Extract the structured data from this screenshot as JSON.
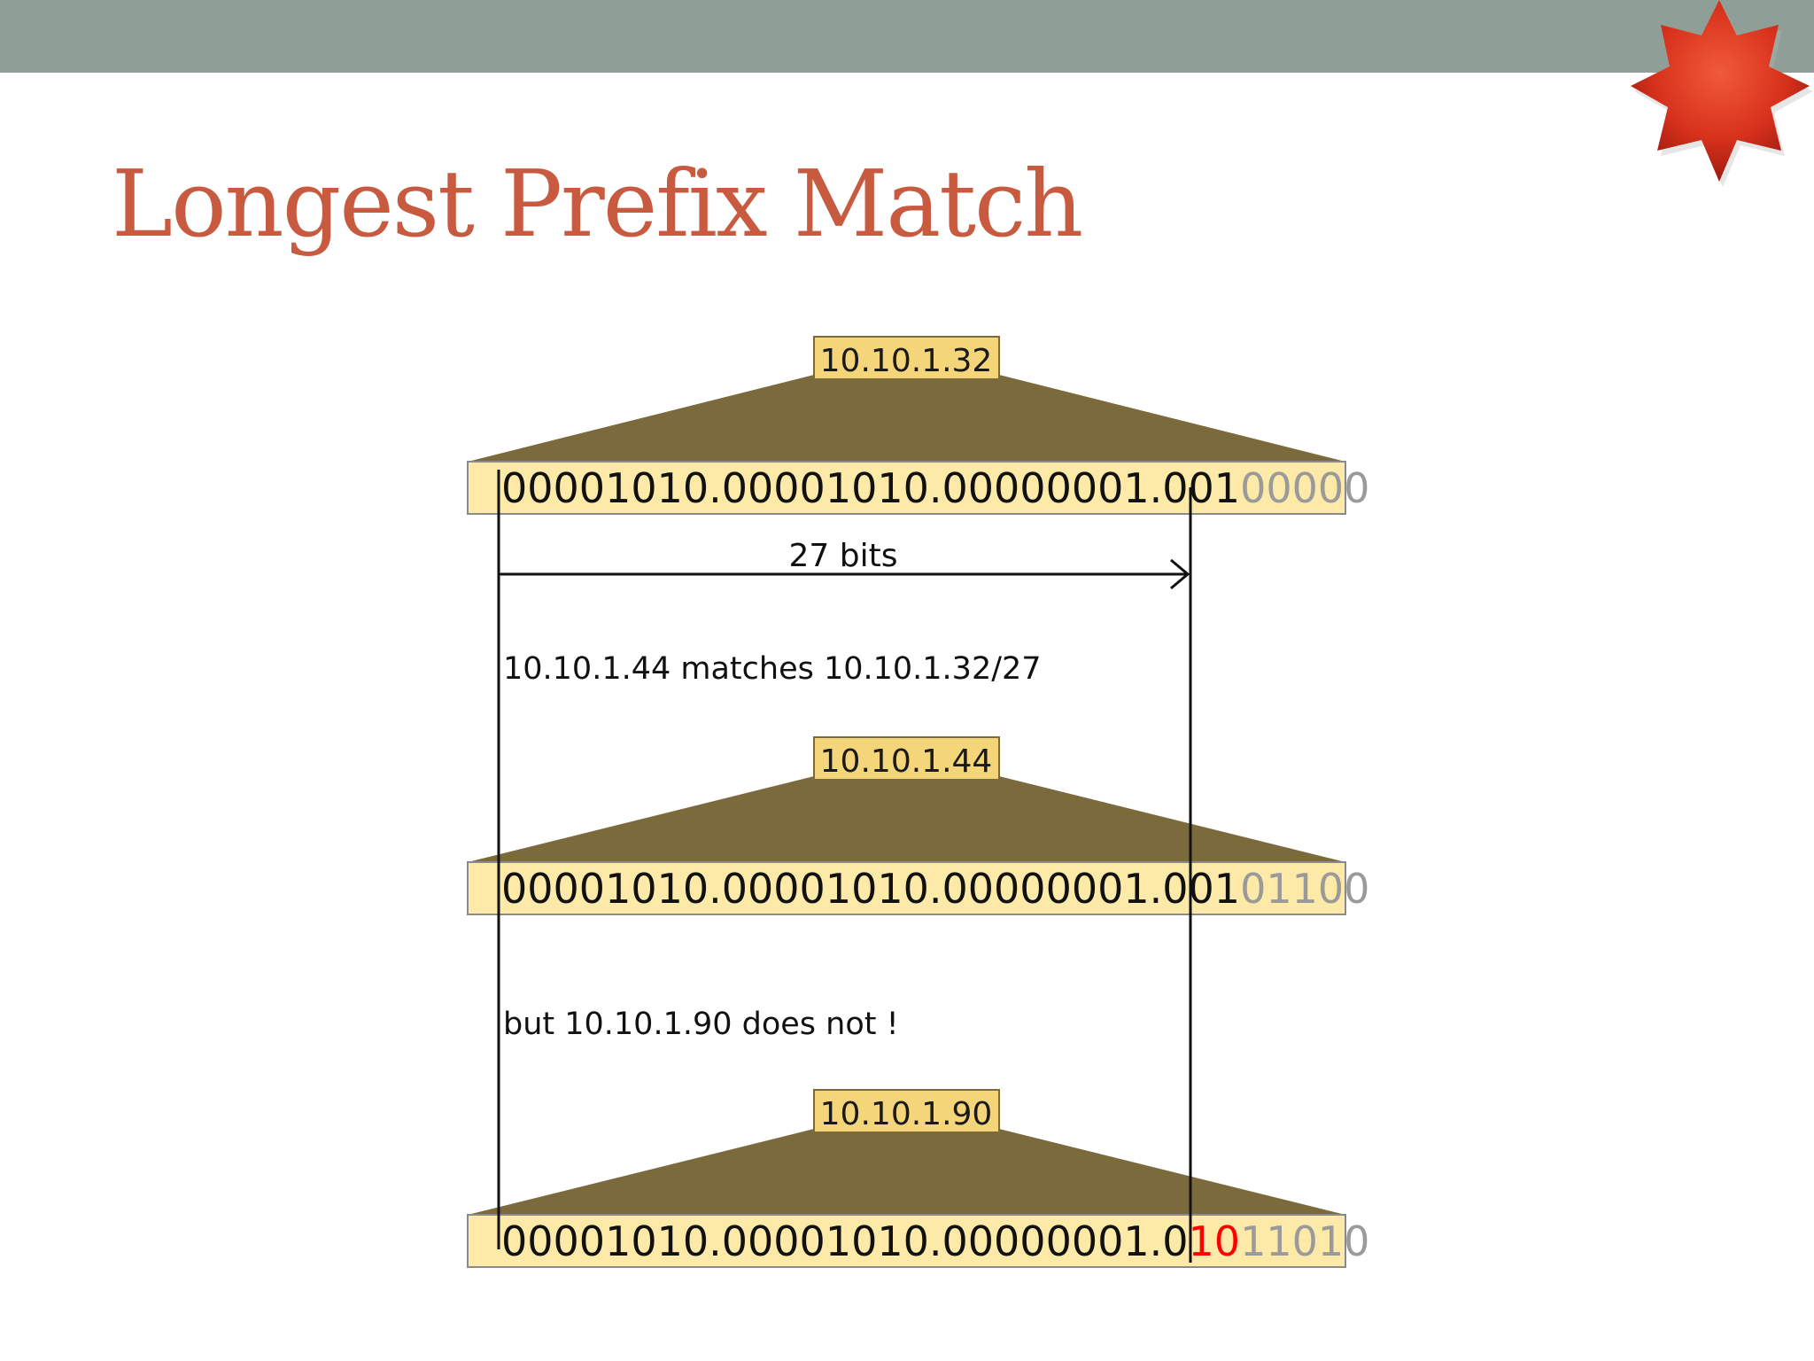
{
  "title": "Longest Prefix Match",
  "colors": {
    "header_bar": "#8f9f97",
    "title": "#c85a40",
    "wedge": "#7a6a3c",
    "box_fill": "#fdeaa8",
    "label_fill": "#f5d57a",
    "masked_bits": "#9a9a9a",
    "mismatch_bits": "#ff0000"
  },
  "logo": {
    "icon": "red-seven-point-star-icon"
  },
  "diagram": {
    "addresses": [
      {
        "label": "10.10.1.32",
        "prefix": "00001010.00001010.00000001.001",
        "highlight": "",
        "rest": "00000"
      },
      {
        "label": "10.10.1.44",
        "prefix": "00001010.00001010.00000001.001",
        "highlight": "",
        "rest": "01100"
      },
      {
        "label": "10.10.1.90",
        "prefix": "00001010.00001010.00000001.0",
        "highlight": "10",
        "rest": "11010"
      }
    ],
    "prefix_length_label": "27 bits",
    "match_text": "10.10.1.44 matches 10.10.1.32/27",
    "no_match_text": "but 10.10.1.90 does not !"
  }
}
